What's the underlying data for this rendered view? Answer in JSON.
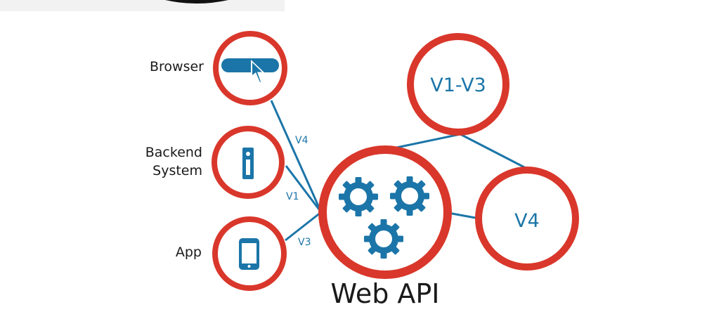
{
  "clients": [
    {
      "id": "browser",
      "label": "Browser",
      "icon": "mouse-cursor-icon"
    },
    {
      "id": "backend",
      "label_lines": [
        "Backend",
        "System"
      ],
      "icon": "server-icon"
    },
    {
      "id": "app",
      "label": "App",
      "icon": "mobile-phone-icon"
    }
  ],
  "connection_labels": {
    "browser": "V4",
    "backend": "V1",
    "app": "V3"
  },
  "versions": {
    "old": "V1-V3",
    "current": "V4"
  },
  "center": {
    "title": "Web API",
    "icon": "gears-icon"
  },
  "colors": {
    "ring": "#d9372b",
    "accent": "#1b75a8",
    "text": "#1a1a1a"
  }
}
